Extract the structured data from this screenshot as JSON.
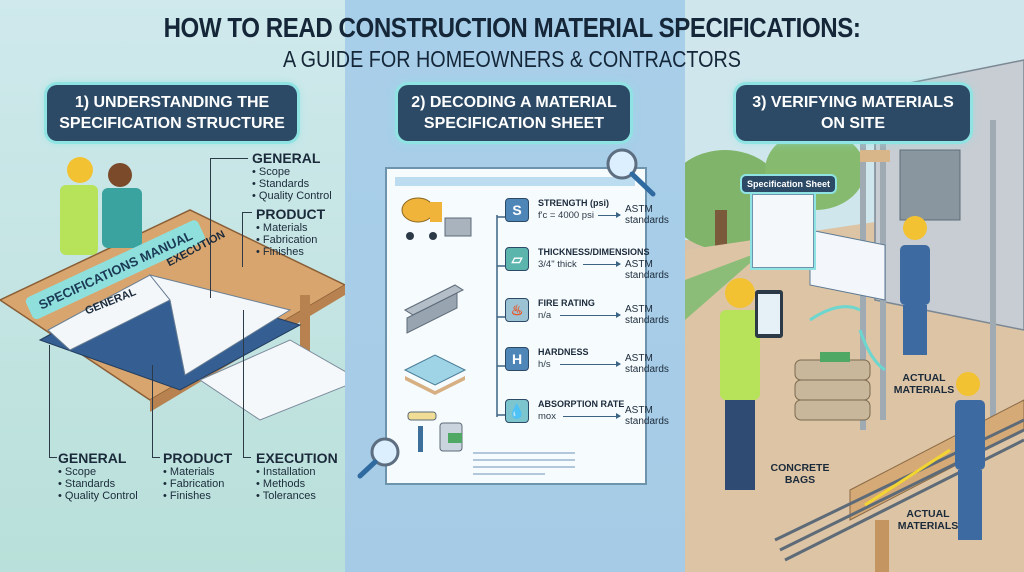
{
  "title": {
    "line1": "HOW TO READ CONSTRUCTION MATERIAL SPECIFICATIONS:",
    "line2": "A GUIDE FOR HOMEOWNERS & CONTRACTORS"
  },
  "sections": [
    {
      "number": "1)",
      "header_line1": "1) UNDERSTANDING THE",
      "header_line2": "SPECIFICATION STRUCTURE"
    },
    {
      "number": "2)",
      "header_line1": "2) DECODING A MATERIAL",
      "header_line2": "SPECIFICATION SHEET"
    },
    {
      "number": "3)",
      "header_line1": "3) VERIFYING MATERIALS",
      "header_line2": "ON SITE"
    }
  ],
  "structure": {
    "manual_label": "SPECIFICATIONS MANUAL",
    "page_left": "GENERAL",
    "page_right": "EXECUTION",
    "top_callouts": [
      {
        "head": "GENERAL",
        "items": [
          "Scope",
          "Standards",
          "Quality Control"
        ]
      },
      {
        "head": "PRODUCT",
        "items": [
          "Materials",
          "Fabrication",
          "Finishes"
        ]
      }
    ],
    "bottom_callouts": [
      {
        "head": "GENERAL",
        "items": [
          "Scope",
          "Standards",
          "Quality Control"
        ]
      },
      {
        "head": "PRODUCT",
        "items": [
          "Materials",
          "Fabrication",
          "Finishes"
        ]
      },
      {
        "head": "EXECUTION",
        "items": [
          "Installation",
          "Methods",
          "Tolerances"
        ]
      }
    ]
  },
  "spec_sheet": {
    "materials": [
      "Concrete",
      "Steel",
      "Tiles",
      "Paint"
    ],
    "properties": [
      {
        "icon": "S",
        "icon_name": "strength-icon",
        "name": "STRENGTH (psi)",
        "value": "f'c = 4000 psi",
        "standard": "ASTM standards",
        "color": "#4f86b8"
      },
      {
        "icon": "ruler",
        "icon_name": "ruler-icon",
        "name": "THICKNESS/DIMENSIONS",
        "value": "3/4\" thick",
        "standard": "ASTM standards",
        "color": "#5bb5ad"
      },
      {
        "icon": "fire",
        "icon_name": "fire-icon",
        "name": "FIRE RATING",
        "value": "n/a",
        "standard": "ASTM standards",
        "color": "#8fb8c9"
      },
      {
        "icon": "H",
        "icon_name": "hardness-icon",
        "name": "HARDNESS",
        "value": "h/s",
        "standard": "ASTM standards",
        "color": "#4f86b8"
      },
      {
        "icon": "drop",
        "icon_name": "water-drop-icon",
        "name": "ABSORPTION RATE",
        "value": "mox",
        "standard": "ASTM standards",
        "color": "#7cc5cf"
      }
    ]
  },
  "site": {
    "spec_sheet_tag": "Specification Sheet",
    "labels": {
      "actual_materials_1": "ACTUAL\nMATERIALS",
      "concrete_bags": "CONCRETE\nBAGS",
      "actual_materials_2": "ACTUAL\nMATERIALS"
    }
  },
  "colors": {
    "header_bg": "#2c4a66",
    "header_glow": "#8fe3e3",
    "title_text": "#142638",
    "left_bg": "#c6e5e5",
    "mid_bg": "#a8cfe9",
    "site_ground": "#d8c3a8"
  }
}
